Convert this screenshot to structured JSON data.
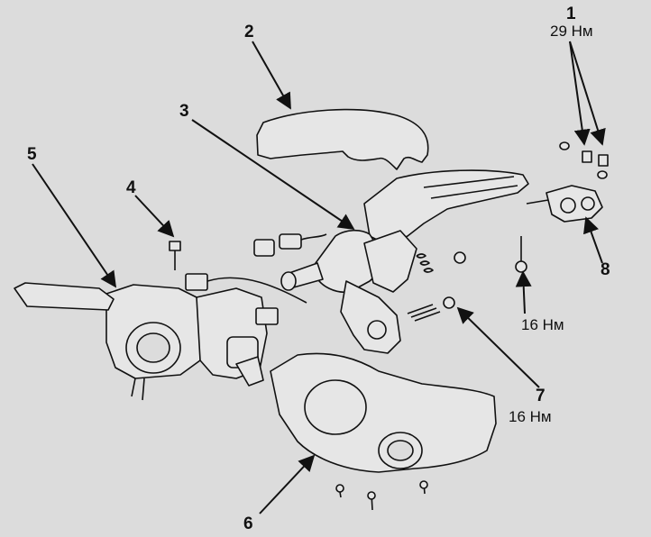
{
  "callouts": [
    {
      "id": "1",
      "number": "1",
      "torque": "29 Нм"
    },
    {
      "id": "2",
      "number": "2",
      "torque": ""
    },
    {
      "id": "3",
      "number": "3",
      "torque": ""
    },
    {
      "id": "4",
      "number": "4",
      "torque": ""
    },
    {
      "id": "5",
      "number": "5",
      "torque": ""
    },
    {
      "id": "6",
      "number": "6",
      "torque": ""
    },
    {
      "id": "7",
      "number": "7",
      "torque": "16 Нм"
    },
    {
      "id": "8",
      "number": "8",
      "torque": ""
    }
  ],
  "extra_torque": {
    "bolt_right": "16 Нм"
  },
  "colors": {
    "background": "#dcdcdc",
    "ink": "#111111",
    "part_fill": "#e6e6e6"
  }
}
